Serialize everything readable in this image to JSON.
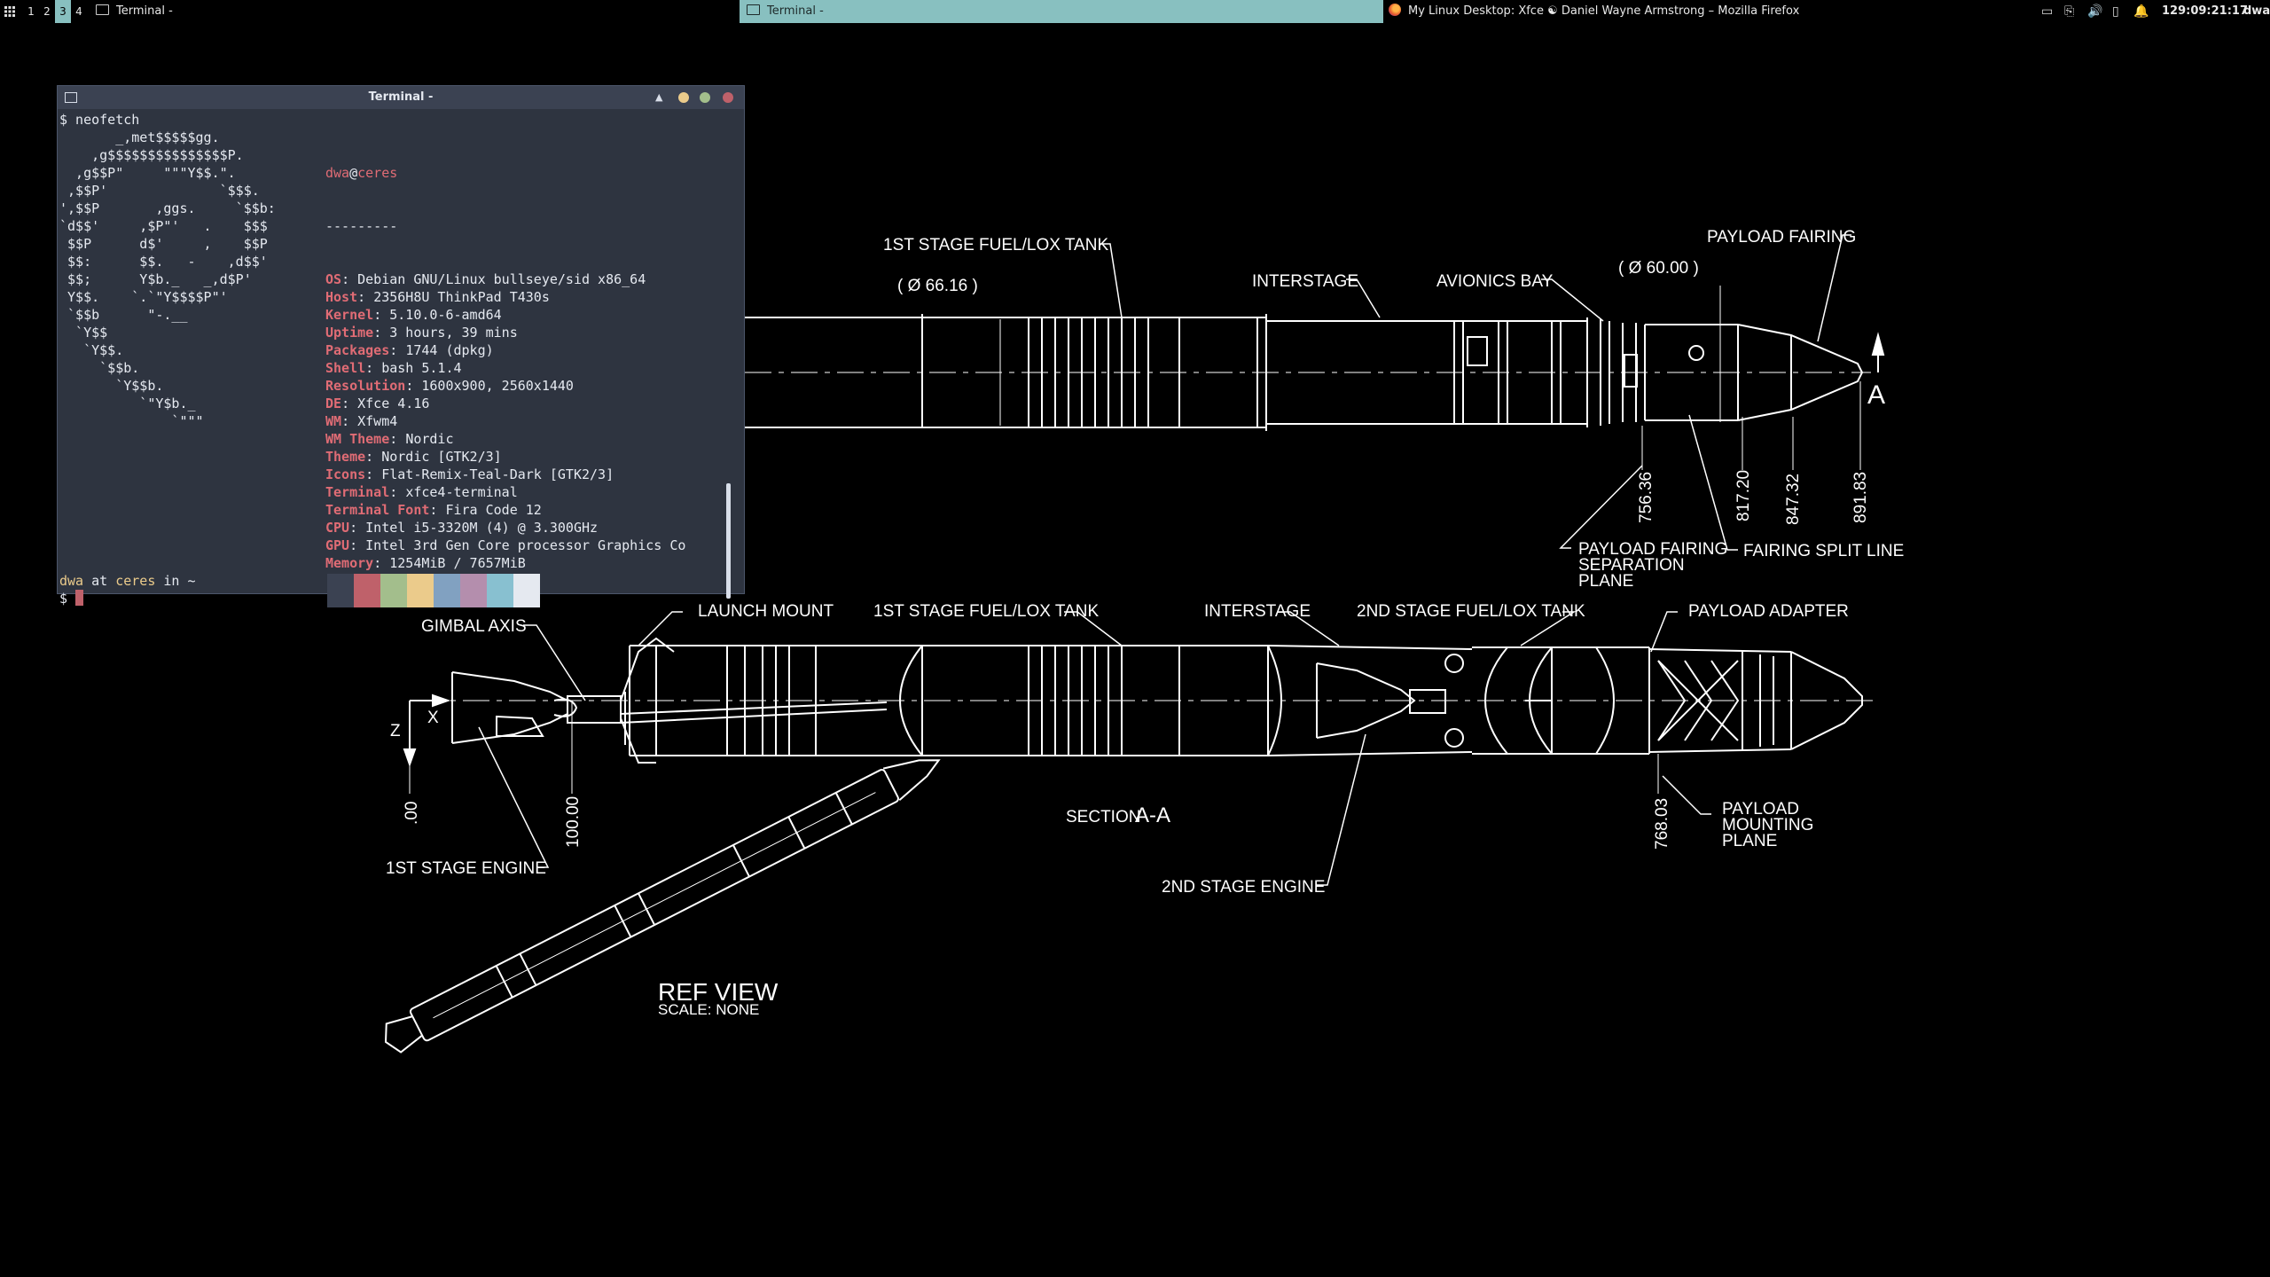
{
  "panel": {
    "workspaces": [
      "1",
      "2",
      "3",
      "4"
    ],
    "active_workspace": "3",
    "tasks": [
      {
        "label": "Terminal -"
      },
      {
        "label": "Terminal -"
      },
      {
        "label": "My Linux Desktop: Xfce ☯ Daniel Wayne Armstrong – Mozilla Firefox"
      }
    ],
    "tray_icons": [
      "display-icon",
      "clipboard-icon",
      "volume-icon",
      "battery-icon",
      "notification-icon"
    ],
    "clock": "129:09:21:17",
    "user": "dwa"
  },
  "terminal": {
    "title": "Terminal -",
    "command_line": "$ neofetch",
    "logo": "       _,met$$$$$gg.\n    ,g$$$$$$$$$$$$$$$P.\n  ,g$$P\"     \"\"\"Y$$.\".\n ,$$P'              `$$$.\n',$$P       ,ggs.     `$$b:\n`d$$'     ,$P\"'   .    $$$\n $$P      d$'     ,    $$P\n $$:      $$.   -    ,d$$'\n $$;      Y$b._   _,d$P'\n Y$$.    `.`\"Y$$$$P\"'\n `$$b      \"-.__\n  `Y$$\n   `Y$$.\n     `$$b.\n       `Y$$b.\n          `\"Y$b._\n              `\"\"\"",
    "user": "dwa",
    "at": "@",
    "host": "ceres",
    "separator": "---------",
    "info": [
      {
        "key": "OS",
        "value": "Debian GNU/Linux bullseye/sid x86_64"
      },
      {
        "key": "Host",
        "value": "2356H8U ThinkPad T430s"
      },
      {
        "key": "Kernel",
        "value": "5.10.0-6-amd64"
      },
      {
        "key": "Uptime",
        "value": "3 hours, 39 mins"
      },
      {
        "key": "Packages",
        "value": "1744 (dpkg)"
      },
      {
        "key": "Shell",
        "value": "bash 5.1.4"
      },
      {
        "key": "Resolution",
        "value": "1600x900, 2560x1440"
      },
      {
        "key": "DE",
        "value": "Xfce 4.16"
      },
      {
        "key": "WM",
        "value": "Xfwm4"
      },
      {
        "key": "WM Theme",
        "value": "Nordic"
      },
      {
        "key": "Theme",
        "value": "Nordic [GTK2/3]"
      },
      {
        "key": "Icons",
        "value": "Flat-Remix-Teal-Dark [GTK2/3]"
      },
      {
        "key": "Terminal",
        "value": "xfce4-terminal"
      },
      {
        "key": "Terminal Font",
        "value": "Fira Code 12"
      },
      {
        "key": "CPU",
        "value": "Intel i5-3320M (4) @ 3.300GHz"
      },
      {
        "key": "GPU",
        "value": "Intel 3rd Gen Core processor Graphics Co"
      },
      {
        "key": "Memory",
        "value": "1254MiB / 7657MiB"
      }
    ],
    "palette": [
      "#3b4252",
      "#bf616a",
      "#a3be8c",
      "#ebcb8b",
      "#81a1c1",
      "#b48ead",
      "#88c0d0",
      "#e5e9f0"
    ],
    "prompt_user": "dwa",
    "prompt_at": "at",
    "prompt_host": "ceres",
    "prompt_in": "in",
    "prompt_dir": "~",
    "prompt_symbol": "$"
  },
  "drawing": {
    "labels": {
      "stage1_tank_top": "1ST STAGE FUEL/LOX TANK",
      "diam1": "( Ø  66.16 )",
      "interstage_top": "INTERSTAGE",
      "avionics": "AVIONICS BAY",
      "diam2": "( Ø  60.00 )",
      "fairing": "PAYLOAD FAIRING",
      "section_mark": "A",
      "dim_75636": "756.36",
      "dim_81720": "817.20",
      "dim_84732": "847.32",
      "dim_89183": "891.83",
      "sep_plane_1": "PAYLOAD FAIRING",
      "sep_plane_2": "SEPARATION",
      "sep_plane_3": "PLANE",
      "split_line": "FAIRING SPLIT LINE",
      "gimbal": "GIMBAL AXIS",
      "launch_mount": "LAUNCH MOUNT",
      "stage1_tank_mid": "1ST STAGE FUEL/LOX TANK",
      "interstage_mid": "INTERSTAGE",
      "stage2_tank": "2ND STAGE FUEL/LOX TANK",
      "payload_adapter": "PAYLOAD ADAPTER",
      "axis_z": "Z",
      "axis_x": "X",
      "dim_00": ".00",
      "dim_100": "100.00",
      "stage1_engine": "1ST STAGE ENGINE",
      "section": "SECTION",
      "section_aa": "A-A",
      "dim_76803": "768.03",
      "pmp_1": "PAYLOAD",
      "pmp_2": "MOUNTING",
      "pmp_3": "PLANE",
      "stage2_engine": "2ND STAGE ENGINE",
      "ref_view": "REF VIEW",
      "scale": "SCALE: NONE"
    }
  }
}
